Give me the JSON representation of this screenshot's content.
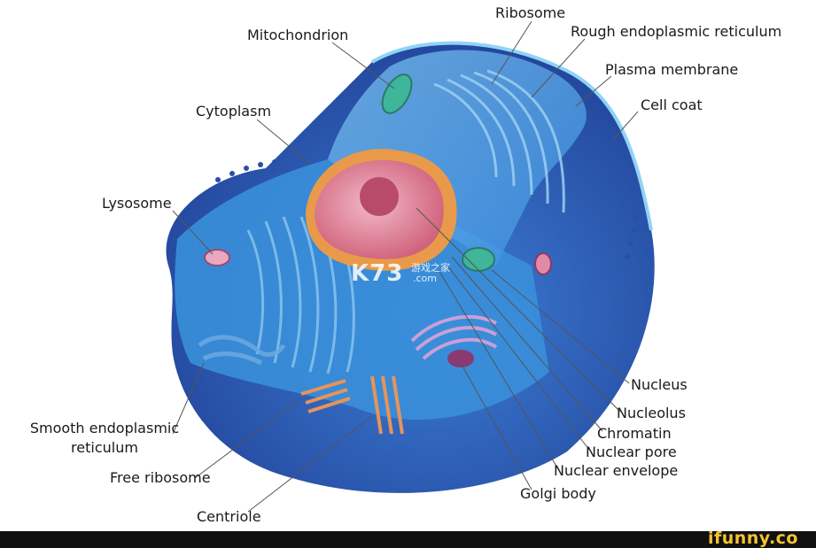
{
  "labels": {
    "ribosome": "Ribosome",
    "mitochondrion": "Mitochondrion",
    "rough_er": "Rough endoplasmic reticulum",
    "plasma_membrane": "Plasma membrane",
    "cell_coat": "Cell coat",
    "cytoplasm": "Cytoplasm",
    "lysosome": "Lysosome",
    "nucleus": "Nucleus",
    "nucleolus": "Nucleolus",
    "chromatin": "Chromatin",
    "nuclear_pore": "Nuclear pore",
    "nuclear_envelope": "Nuclear envelope",
    "golgi_body": "Golgi body",
    "smooth_er_line1": "Smooth endoplasmic",
    "smooth_er_line2": "reticulum",
    "free_ribosome": "Free ribosome",
    "centriole": "Centriole"
  },
  "watermark": {
    "main": "K73",
    "sub": "游戏之家",
    "domain": ".com"
  },
  "footer": {
    "brand": "ifunny.co"
  },
  "colors": {
    "cell_blue": "#2f6fc4",
    "cytoplasm_light": "#4fa6e6",
    "nucleus_pink": "#d9708a",
    "nucleus_envelope": "#e8a050",
    "footer_bg": "#111111",
    "brand_yellow": "#f4c430"
  }
}
